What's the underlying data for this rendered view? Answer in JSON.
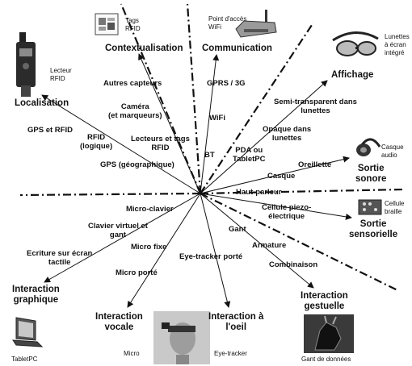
{
  "categories": {
    "localisation": "Localisation",
    "contextualisation": "Contextualisation",
    "communication": "Communication",
    "affichage": "Affichage",
    "sortie_sonore": "Sortie\nsonore",
    "sortie_sensorielle": "Sortie\nsensorielle",
    "interaction_gestuelle": "Interaction\ngestuelle",
    "interaction_oeil": "Interaction à\nl'oeil",
    "interaction_vocale": "Interaction\nvocale",
    "interaction_graphique": "Interaction\ngraphique"
  },
  "devices": {
    "lecteur_rfid": "Lecteur\nRFID",
    "tags_rfid": "Tags\nRFID",
    "point_acces": "Point d'accès\nWiFi",
    "lunettes": "Lunettes\nà écran\nintégré",
    "casque_audio": "Casque\naudio",
    "cellule_braille": "Cellule\nbraille",
    "gant_donnees": "Gant de données",
    "eye_tracker": "Eye-tracker",
    "micro": "Micro",
    "tabletpc": "TabletPC"
  },
  "labels": {
    "gps_rfid": "GPS et RFID",
    "rfid_logique": "RFID\n(logique)",
    "gps_geo": "GPS (géographique)",
    "autres_capteurs": "Autres capteurs",
    "camera": "Caméra\n(et marqueurs)",
    "lecteurs_tags": "Lecteurs et tags\nRFID",
    "gprs": "GPRS / 3G",
    "wifi": "WiFi",
    "bt": "BT",
    "semi_transparent": "Semi-transparent dans\nlunettes",
    "opaque": "Opaque dans\nlunettes",
    "pda": "PDA ou\nTabletPC",
    "oreillette": "Oreillette",
    "casque": "Casque",
    "haut_parleur": "Haut-parleur",
    "cellule_piezo": "Cellule piezo-\nélectrique",
    "gant": "Gant",
    "armature": "Armature",
    "combinaison": "Combinaison",
    "eye_tracker_porte": "Eye-tracker porté",
    "micro_porte": "Micro porté",
    "micro_fixe": "Micro fixe",
    "micro_clavier": "Micro-clavier",
    "clavier_virtuel": "Clavier virtuel et\ngant",
    "ecriture": "Ecriture sur écran\ntactile"
  }
}
